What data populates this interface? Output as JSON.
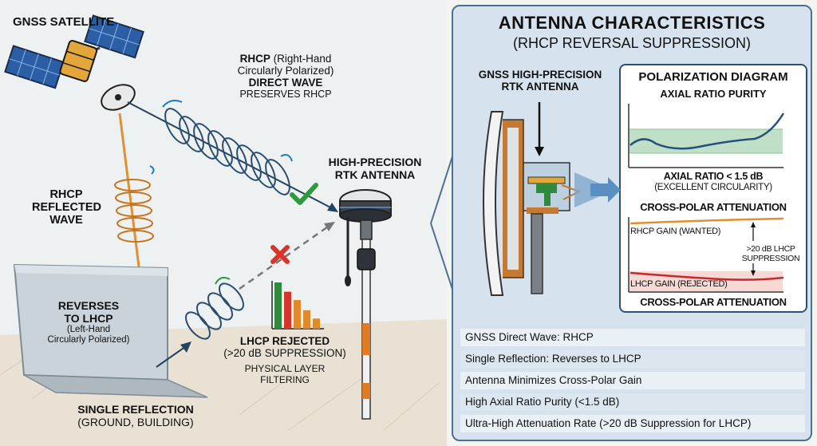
{
  "scene": {
    "satellite_label": "GNSS SATELLITE",
    "direct": {
      "rhcp": "RHCP",
      "rhcp_full_1": "(Right-Hand",
      "rhcp_full_2": "Circularly Polarized)",
      "title": "DIRECT WAVE",
      "note": "PRESERVES RHCP"
    },
    "reflected": {
      "line1": "RHCP",
      "line2": "REFLECTED",
      "line3": "WAVE"
    },
    "reverses": {
      "line1": "REVERSES",
      "line2": "TO LHCP",
      "line3": "(Left-Hand",
      "line4": "Circularly Polarized)"
    },
    "reflection": {
      "title": "SINGLE REFLECTION",
      "sub": "(GROUND, BUILDING)"
    },
    "antenna": {
      "line1": "HIGH-PRECISION",
      "line2": "RTK ANTENNA"
    },
    "rejected": {
      "title": "LHCP REJECTED",
      "sub": "(>20 dB SUPPRESSION)",
      "filter1": "PHYSICAL LAYER",
      "filter2": "FILTERING"
    },
    "bars": [
      {
        "value": 1.0,
        "color": "#2f8a3e"
      },
      {
        "value": 0.8,
        "color": "#d7342b"
      },
      {
        "value": 0.62,
        "color": "#e08a2a"
      },
      {
        "value": 0.4,
        "color": "#e08a2a"
      },
      {
        "value": 0.22,
        "color": "#e08a2a"
      }
    ]
  },
  "panel": {
    "title": "ANTENNA CHARACTERISTICS",
    "subtitle": "(RHCP REVERSAL SUPPRESSION)",
    "antenna_label_1": "GNSS HIGH-PRECISION",
    "antenna_label_2": "RTK ANTENNA",
    "inset": {
      "title": "POLARIZATION DIAGRAM",
      "axial_title": "AXIAL RATIO PURITY",
      "axial_value": "AXIAL RATIO < 1.5 dB",
      "axial_note": "(EXCELLENT CIRCULARITY)",
      "cross_title": "CROSS-POLAR ATTENUATION",
      "rhcp_gain": "RHCP GAIN (WANTED)",
      "suppression_1": ">20 dB LHCP",
      "suppression_2": "SUPPRESSION",
      "lhcp_gain": "LHCP GAIN (REJECTED)",
      "cross_footer": "CROSS-POLAR ATTENUATION"
    },
    "rows": [
      {
        "bold": "GNSS Direct Wave",
        "rest": ": RHCP"
      },
      {
        "bold": "Single Reflection",
        "rest": ": Reverses to LHCP"
      },
      {
        "bold": "Antenna Minimizes Cross-Polar Gain",
        "rest": ""
      },
      {
        "bold": "High Axial Ratio Purity",
        "rest": " (<1.5 dB)"
      },
      {
        "bold": "Ultra-High Attenuation Rate",
        "rest": " (>20 dB Suppression for LHCP)"
      }
    ]
  },
  "colors": {
    "direct_wave": "#23435f",
    "reflected_ray": "#e0902e",
    "lhcp_spiral": "#2a4d70",
    "check": "#2f9a3c",
    "cross": "#d8362c",
    "panel_border": "#4d6f91",
    "axial_band": "#bfe0c6",
    "rhcp_gain_line": "#e0902e",
    "lhcp_gain_line": "#c8282c"
  }
}
